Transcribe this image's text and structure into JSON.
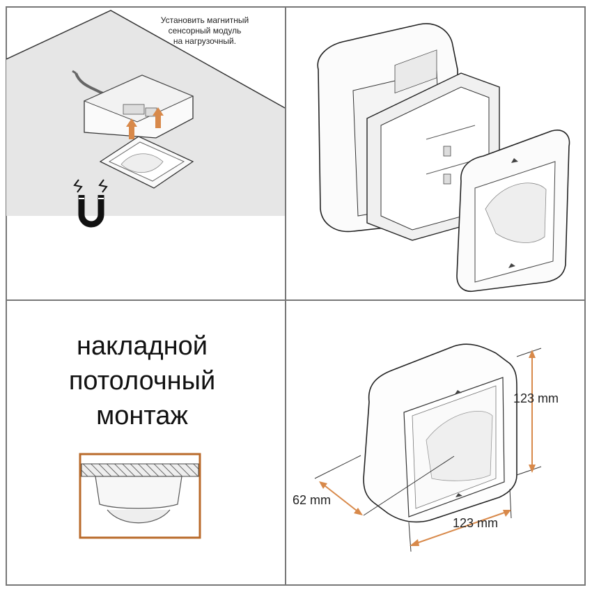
{
  "panels": {
    "install": {
      "caption_lines": [
        "Установить магнитный",
        "сенсорный модуль",
        "на нагрузочный."
      ]
    },
    "mounting": {
      "title_lines": [
        "накладной",
        "потолочный",
        "монтаж"
      ]
    },
    "dimensions": {
      "height": "123 mm",
      "width": "123 mm",
      "depth": "62 mm"
    }
  },
  "colors": {
    "frame": "#555555",
    "arrow_orange": "#d8894a",
    "accent_box": "#b96a2a",
    "ceiling": "#e4e4e4"
  }
}
